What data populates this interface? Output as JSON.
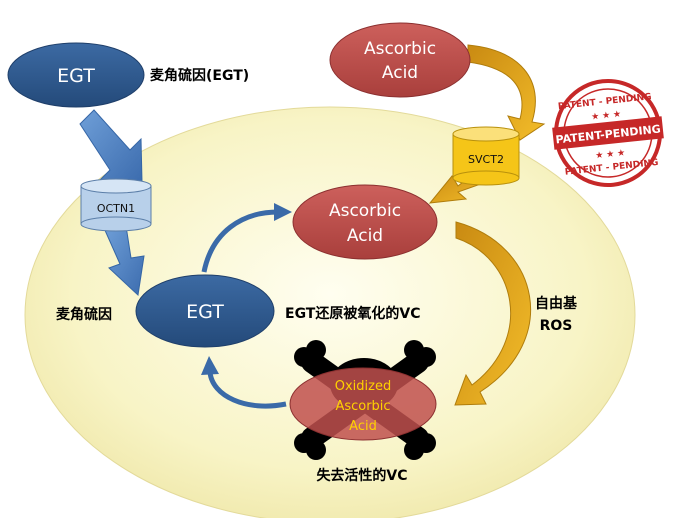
{
  "nodes": {
    "egt_outer": "EGT",
    "egt_inner": "EGT",
    "ascorbic_outer": [
      "Ascorbic",
      "Acid"
    ],
    "ascorbic_inner": [
      "Ascorbic",
      "Acid"
    ],
    "oxidized": [
      "Oxidized",
      "Ascorbic",
      "Acid"
    ],
    "octn1": "OCTN1",
    "svct2": "SVCT2"
  },
  "labels": {
    "egt_cn_top": "麦角硫因(EGT)",
    "egt_cn_left": "麦角硫因",
    "egt_reduces": "EGT还原被氧化的VC",
    "free_radical": "自由基",
    "ros": "ROS",
    "inactive_vc": "失去活性的VC"
  },
  "stamp": {
    "top_text": "PATENT - PENDING",
    "banner": "PATENT-PENDING",
    "bottom_text": "PATENT - PENDING",
    "color": "#c62828"
  },
  "colors": {
    "egt_blue": "#2f5a8f",
    "ascorbic_red": "#c0504d",
    "cell_fill": "#f7f3c4",
    "blue_arrow": "#4f7fbf",
    "gold_arrow": "#e7a619",
    "cylinder_blue": "#b8d0ea",
    "cylinder_gold": "#f5c518",
    "oxidized_text": "#ffd200"
  }
}
